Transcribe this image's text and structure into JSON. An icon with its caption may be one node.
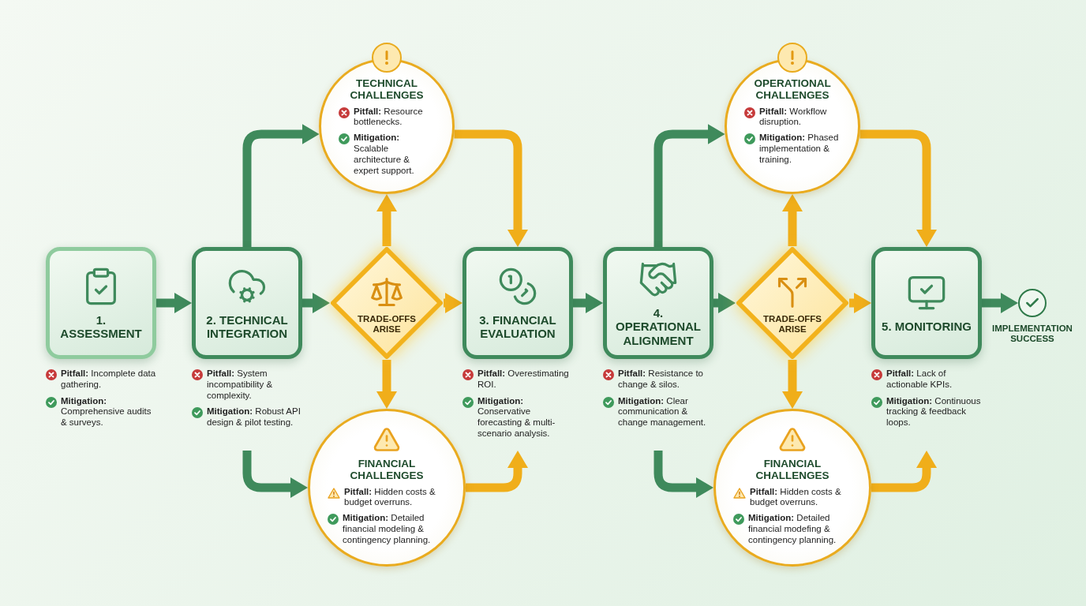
{
  "diagram": {
    "nodes": [
      {
        "text": [
          "1. ASSESSMENT"
        ],
        "beside": [
          "**Pitfall:** Incomplete data gathering.",
          "**Mitigation:** Comprehensive audits & surveys."
        ]
      },
      {
        "text": [
          "2. TECHNICAL INTEGRATION"
        ],
        "beside": [
          "**Pitfall:** System incompatibility & complexity.",
          "**Mitigation:** Robust API design & pilot testing."
        ]
      },
      {
        "text": [
          "TRADE-OFFS ARISE"
        ]
      },
      {
        "text": [
          "TECHNICAL CHALLENGES",
          "**Pitfall:** Resource bottlenecks.",
          "**Mitigation:** Scalable architecture & expert support."
        ]
      },
      {
        "text": [
          "FINANCIAL CHALLENGES",
          "**Pitfall:** Hidden costs & budget overruns.",
          "**Mitigation:** Detailed financial modeling & contingency planning."
        ]
      },
      {
        "text": [
          "3. FINANCIAL EVALUATION"
        ],
        "beside": [
          "**Pitfall:** Overestimating ROI.",
          "**Mitigation:** Conservative forecasting & multi-scenario analysis."
        ]
      },
      {
        "text": [
          "4. OPERATIONAL ALIGNMENT"
        ],
        "beside": [
          "**Pitfall:** Resistance to change & silos.",
          "**Mitigation:** Clear communication & change management."
        ]
      },
      {
        "text": [
          "TRADE-OFFS ARISE"
        ]
      },
      {
        "text": [
          "OPERATIONAL CHALLENGES",
          "**Pitfall:** Workflow disruption.",
          "**Mitigation:** Phased implementation & training."
        ]
      },
      {
        "text": [
          "FINANCIAL CHALLENGES",
          "**Pitfall:** Hidden costs & budget overruns.",
          "**Mitigation:** Detailed financial modefing & contingency planning."
        ]
      },
      {
        "text": [
          "5. MONITORING"
        ],
        "beside": [
          "**Pitfall:** Lack of actionable KPIs.",
          "**Mitigation:** Continuous tracking & feedback loops."
        ]
      },
      {
        "text": [],
        "shape": "circle",
        "beside": [
          "IMPLEMENTATION SUCCESS"
        ]
      }
    ],
    "edges": [
      {
        "from": 0,
        "to": 1,
        "arrow": "to",
        "color": "#3f8a5c"
      },
      {
        "from": 1,
        "to": 2,
        "arrow": "to",
        "color": "#3f8a5c"
      },
      {
        "from": 2,
        "to": 5,
        "arrow": "to"
      },
      {
        "from": 2,
        "to": 3,
        "arrow": "to"
      },
      {
        "from": 2,
        "to": 4,
        "arrow": "to"
      },
      {
        "from": 1,
        "to": 3,
        "arrow": "to",
        "color": "#3f8a5c"
      },
      {
        "from": 1,
        "to": 4,
        "arrow": "to",
        "color": "#3f8a5c"
      },
      {
        "from": 3,
        "to": 5,
        "arrow": "to"
      },
      {
        "from": 4,
        "to": 5,
        "arrow": "to"
      },
      {
        "from": 5,
        "to": 6,
        "arrow": "to",
        "color": "#3f8a5c"
      },
      {
        "from": 6,
        "to": 7,
        "arrow": "to",
        "color": "#3f8a5c"
      },
      {
        "from": 7,
        "to": 10,
        "arrow": "to"
      },
      {
        "from": 7,
        "to": 8,
        "arrow": "to"
      },
      {
        "from": 7,
        "to": 9,
        "arrow": "to"
      },
      {
        "from": 6,
        "to": 8,
        "arrow": "to",
        "color": "#3f8a5c"
      },
      {
        "from": 6,
        "to": 9,
        "arrow": "to",
        "color": "#3f8a5c"
      },
      {
        "from": 8,
        "to": 10,
        "arrow": "to"
      },
      {
        "from": 9,
        "to": 10,
        "arrow": "to"
      },
      {
        "from": 10,
        "to": 11,
        "arrow": "to",
        "color": "#3f8a5c"
      }
    ]
  }
}
